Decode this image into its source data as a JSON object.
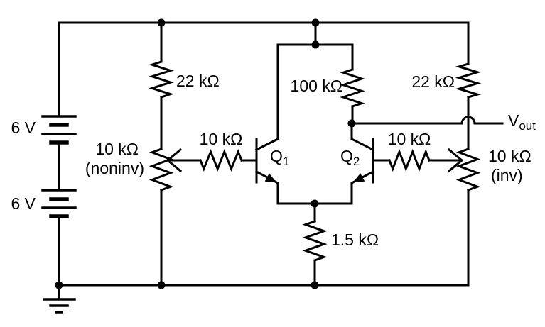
{
  "schematic": {
    "description": "Differential amplifier (simple op-amp) circuit with dual 6 V battery supply",
    "colors": {
      "wire": "#000000",
      "text": "#000000",
      "background": "#ffffff"
    },
    "components": {
      "battery_top": {
        "label": "6 V"
      },
      "battery_bottom": {
        "label": "6 V"
      },
      "resistor_22k_left": {
        "label": "22 kΩ"
      },
      "resistor_22k_right": {
        "label": "22 kΩ"
      },
      "resistor_100k": {
        "label": "100 kΩ"
      },
      "resistor_10k_left": {
        "label": "10 kΩ"
      },
      "resistor_10k_right": {
        "label": "10 kΩ"
      },
      "resistor_1k5": {
        "label": "1.5 kΩ"
      },
      "pot_noninv": {
        "value": "10 kΩ",
        "name": "(noninv)"
      },
      "pot_inv": {
        "value": "10 kΩ",
        "name": "(inv)"
      },
      "q1": {
        "base": "Q",
        "sub": "1"
      },
      "q2": {
        "base": "Q",
        "sub": "2"
      },
      "vout": {
        "base": "V",
        "sub": "out"
      }
    }
  }
}
